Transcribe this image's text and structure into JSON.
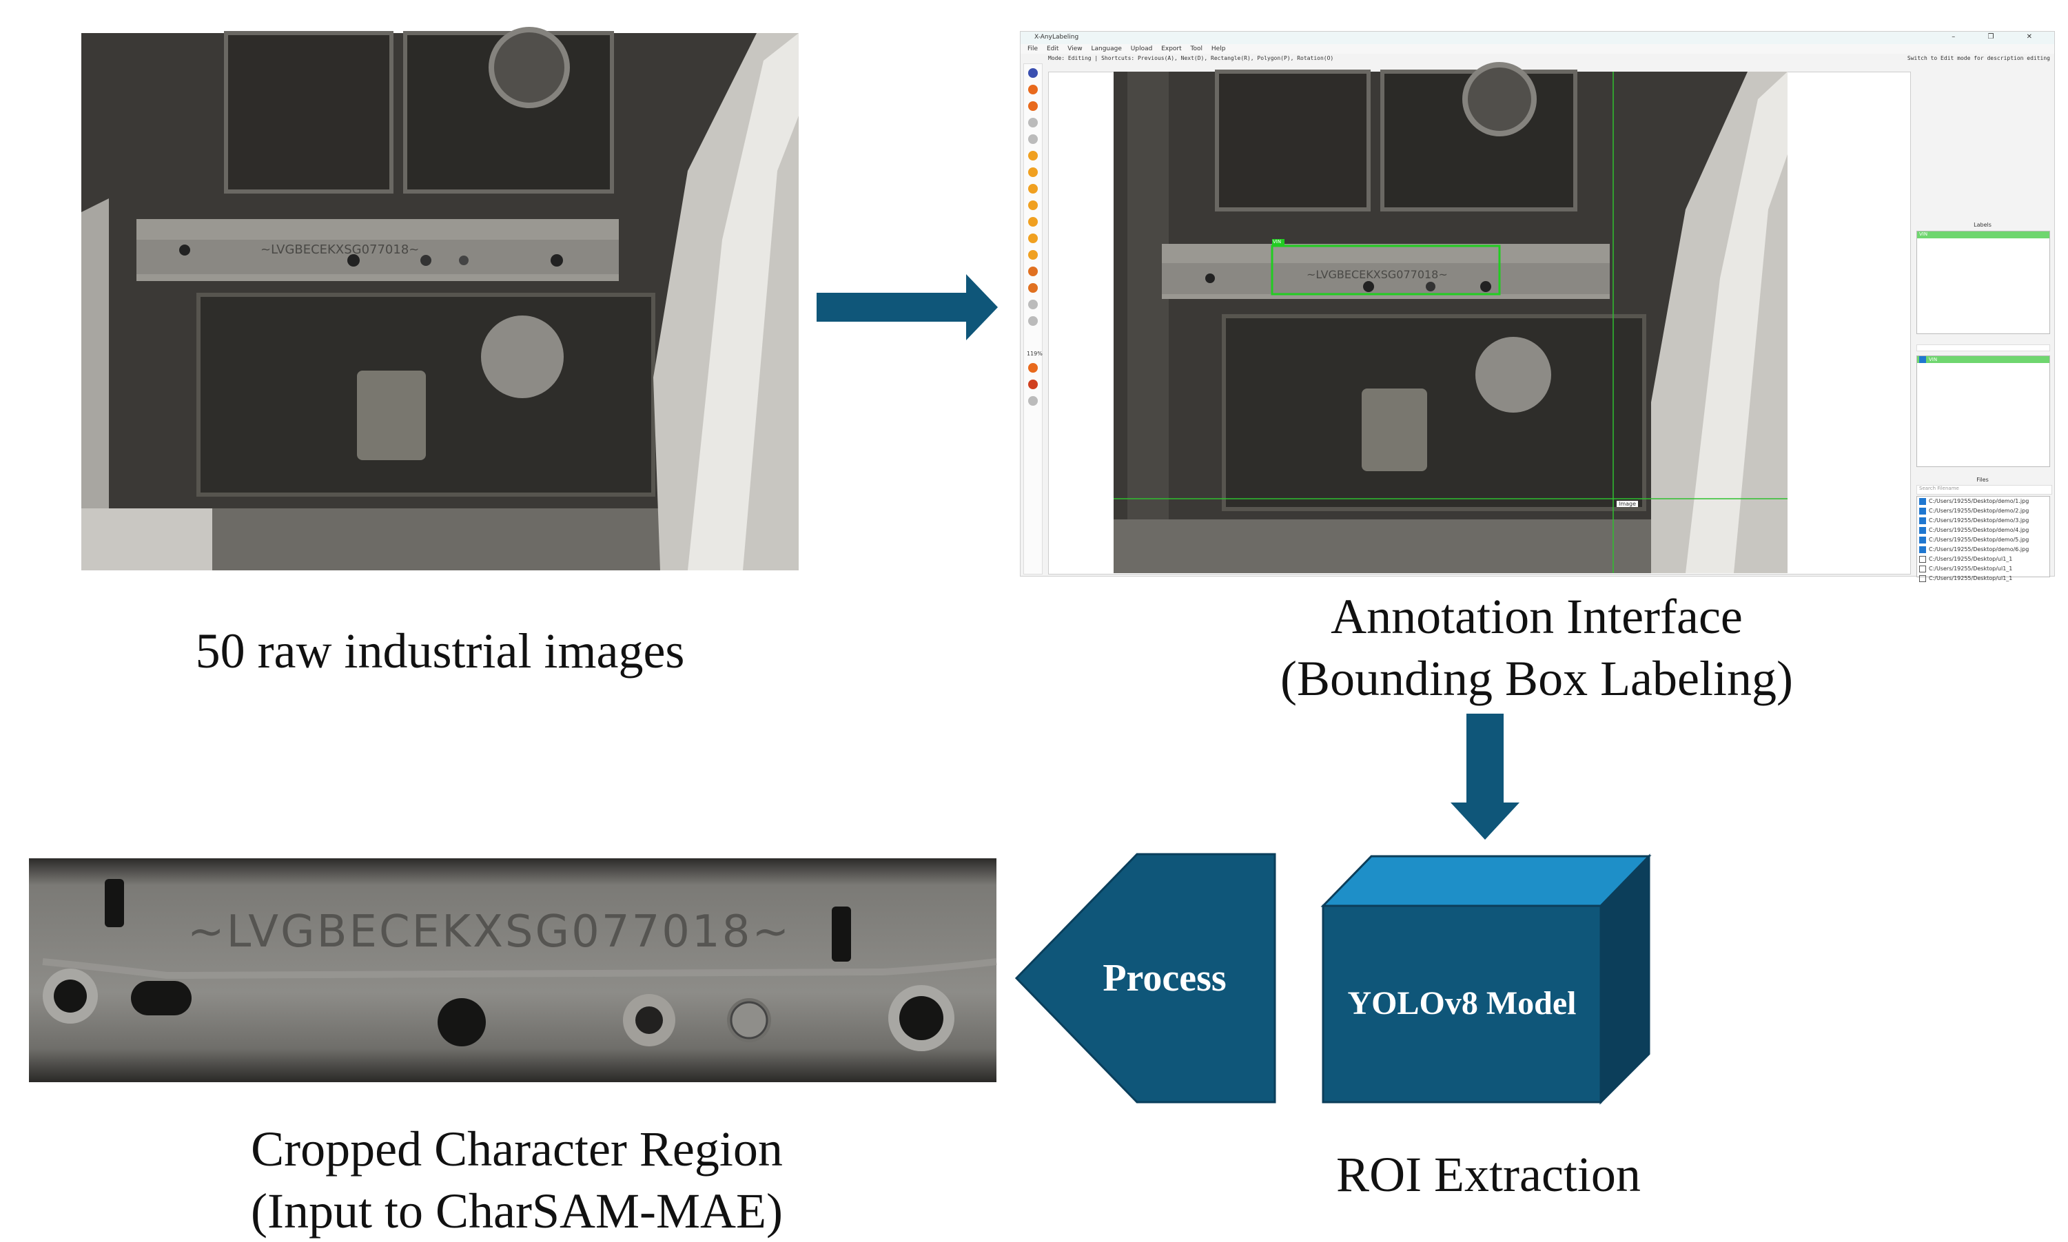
{
  "captions": {
    "raw_images": "50 raw industrial images",
    "annotation_line1": "Annotation Interface",
    "annotation_line2": "(Bounding Box Labeling)",
    "roi_extraction": "ROI Extraction",
    "cropped_line1": "Cropped Character Region",
    "cropped_line2": "(Input to CharSAM-MAE)"
  },
  "shapes": {
    "process_label": "Process",
    "model_label": "YOLOv8 Model",
    "fill_color": "#0f5679",
    "top_face_color": "#1e8fc8",
    "side_face_color": "#0c3e5a"
  },
  "vin_text": "~LVGBECEKXSG077018~",
  "annotation_ui": {
    "window_title": "X-AnyLabeling",
    "window_buttons": "– ❐ ✕",
    "menu": [
      "File",
      "Edit",
      "View",
      "Language",
      "Upload",
      "Export",
      "Tool",
      "Help"
    ],
    "mode_bar": "Mode: Editing | Shortcuts: Previous(A), Next(D), Rectangle(R), Polygon(P), Rotation(O)",
    "hint": "Switch to Edit mode for description editing",
    "zoom_label": "119%",
    "box_label": "VIN",
    "labels_header": "Labels",
    "label_item": "VIN",
    "files_header": "Files",
    "search_placeholder": "Search Filename",
    "image_tooltip": "Image",
    "files": [
      {
        "name": "C:/Users/19255/Desktop/demo/1.jpg",
        "checked": true
      },
      {
        "name": "C:/Users/19255/Desktop/demo/2.jpg",
        "checked": true
      },
      {
        "name": "C:/Users/19255/Desktop/demo/3.jpg",
        "checked": true
      },
      {
        "name": "C:/Users/19255/Desktop/demo/4.jpg",
        "checked": true
      },
      {
        "name": "C:/Users/19255/Desktop/demo/5.jpg",
        "checked": true
      },
      {
        "name": "C:/Users/19255/Desktop/demo/6.jpg",
        "checked": true
      },
      {
        "name": "C:/Users/19255/Desktop/ul1_1",
        "checked": false
      },
      {
        "name": "C:/Users/19255/Desktop/ul1_1",
        "checked": false
      },
      {
        "name": "C:/Users/19255/Desktop/ul1_1",
        "checked": false
      }
    ],
    "tool_icon_colors": [
      "#3a4fb0",
      "#e8691c",
      "#e8691c",
      "#bbbbbb",
      "#bbbbbb",
      "#f0a020",
      "#f0a020",
      "#f0a020",
      "#f0a020",
      "#f0a020",
      "#f0a020",
      "#f0a020",
      "#e07020",
      "#e07020",
      "#bbbbbb",
      "#bbbbbb"
    ],
    "tool_icon_colors_lower": [
      "#e8691c",
      "#d04020",
      "#bbbbbb"
    ]
  }
}
